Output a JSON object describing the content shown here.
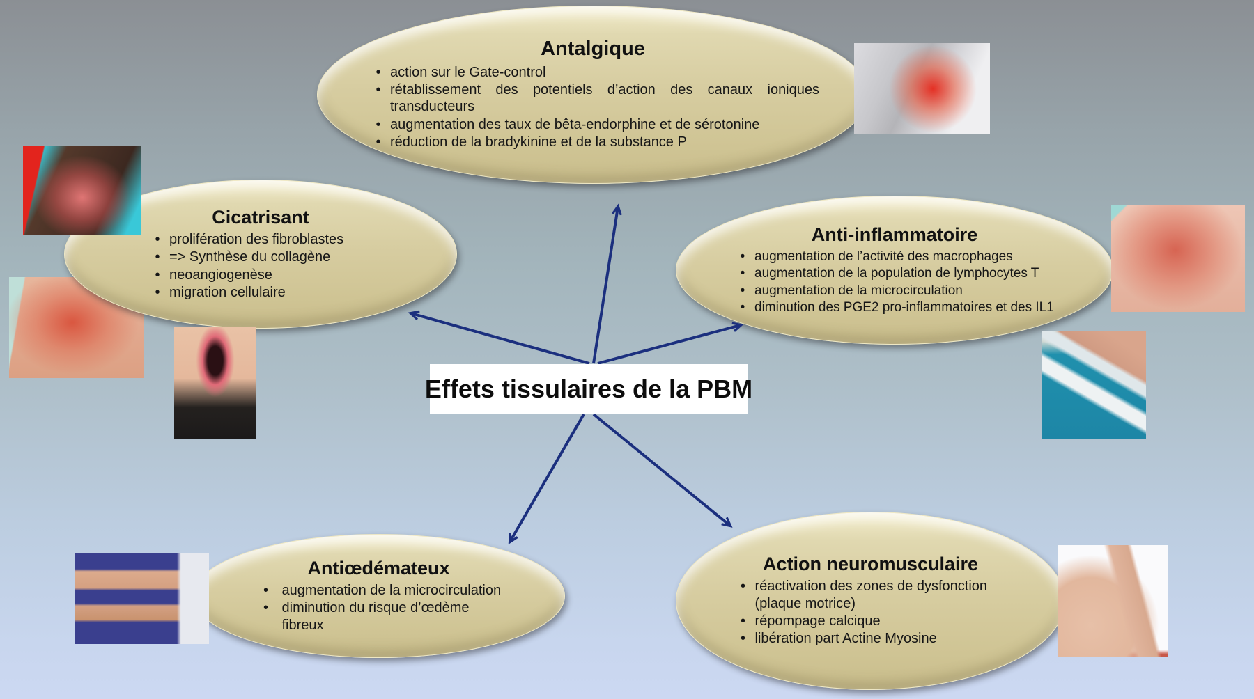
{
  "central": {
    "title": "Effets tissulaires de la PBM"
  },
  "nodes": {
    "antalgique": {
      "title": "Antalgique",
      "bullets": [
        "action sur le Gate-control",
        "rétablissement des potentiels d’action des canaux ioniques transducteurs",
        "augmentation des taux de bêta-endorphine et de sérotonine",
        "réduction de la bradykinine et de la substance P"
      ]
    },
    "cicatrisant": {
      "title": "Cicatrisant",
      "bullets": [
        "prolifération des fibroblastes",
        "=> Synthèse du collagène",
        "neoangiogenèse",
        "migration cellulaire"
      ]
    },
    "anti_inflammatoire": {
      "title": "Anti-inflammatoire",
      "bullets": [
        "augmentation de l’activité des macrophages",
        "augmentation de la population de lymphocytes T",
        "augmentation de la microcirculation",
        "diminution des PGE2 pro-inflammatoires et des IL1"
      ]
    },
    "antioedemateux": {
      "title": "Antiœdémateux",
      "bullets": [
        "augmentation de la microcirculation",
        "diminution du risque d’œdème fibreux"
      ]
    },
    "action_neuromusculaire": {
      "title": "Action neuromusculaire",
      "bullets": [
        "réactivation des zones de dysfonction (plaque motrice)",
        "répompage calcique",
        "libération part Actine Myosine"
      ]
    }
  },
  "bullet_glyph": "•",
  "photos": [
    {
      "id": "photo-jaw-pain",
      "desc": "person holding painful jaw, red pain highlight"
    },
    {
      "id": "photo-neck-burn-dark",
      "desc": "neck wound on dark skin, teal background"
    },
    {
      "id": "photo-neck-dermatitis",
      "desc": "red dermatitis on neck and shoulder"
    },
    {
      "id": "photo-open-mouth",
      "desc": "patient with open mouth"
    },
    {
      "id": "photo-neck-scar",
      "desc": "healing red neck scar"
    },
    {
      "id": "photo-foot-wound",
      "desc": "foot with wound on teal chair"
    },
    {
      "id": "photo-arms-lymphedema",
      "desc": "two arms compared on blue background"
    },
    {
      "id": "photo-ankle-feet",
      "desc": "hands touching ankle and feet"
    }
  ],
  "colors": {
    "ellipse_fill": "#d7cda1",
    "arrow": "#1b2f7e",
    "central_box_bg": "#ffffff",
    "text": "#161616"
  }
}
